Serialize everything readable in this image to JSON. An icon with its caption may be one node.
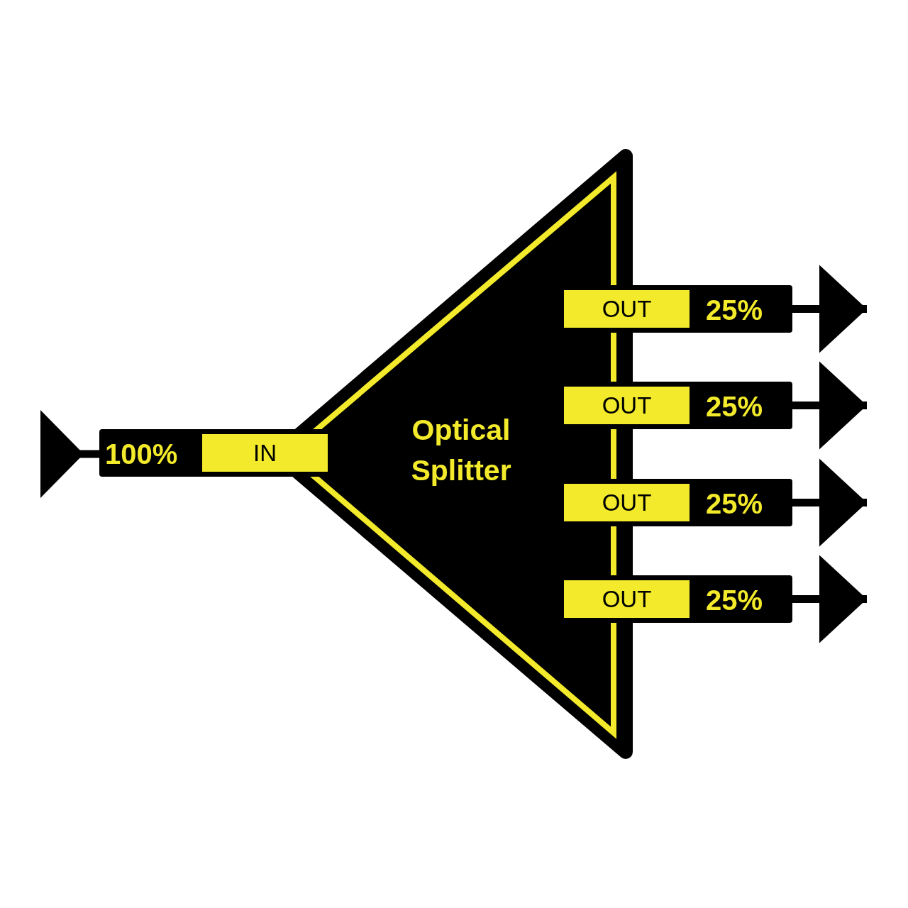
{
  "diagram": {
    "nodes": [
      {
        "text": [
          "Optical Splitter"
        ]
      },
      {
        "text": [
          "100%",
          "IN"
        ]
      },
      {
        "text": [
          "OUT",
          "25%"
        ]
      },
      {
        "text": [
          "OUT",
          "25%"
        ]
      },
      {
        "text": [
          "OUT",
          "25%"
        ]
      },
      {
        "text": [
          "OUT",
          "25%"
        ]
      }
    ],
    "edges": [
      {
        "from": null,
        "to": 1,
        "arrow": "to"
      },
      {
        "from": 2,
        "to": null,
        "arrow": "to"
      },
      {
        "from": 3,
        "to": null,
        "arrow": "to"
      },
      {
        "from": 4,
        "to": null,
        "arrow": "to"
      },
      {
        "from": 5,
        "to": null,
        "arrow": "to"
      }
    ]
  }
}
